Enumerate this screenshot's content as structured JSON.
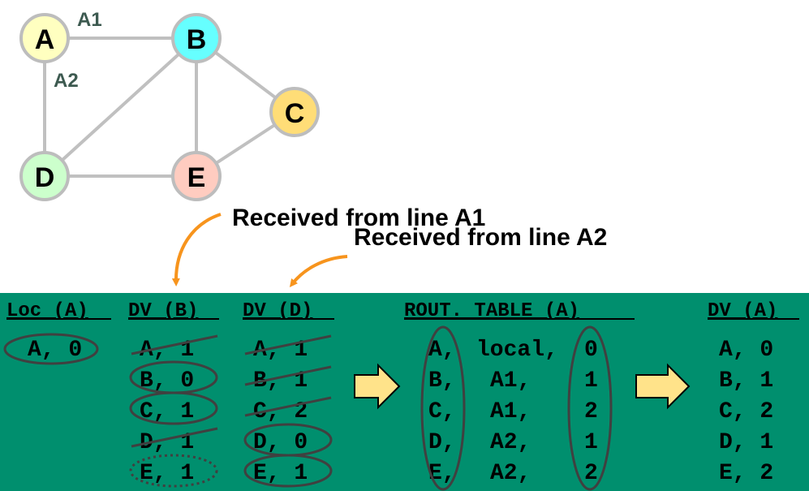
{
  "graph": {
    "nodes": [
      {
        "label": "A",
        "color": "#ffffc0"
      },
      {
        "label": "B",
        "color": "#66ffff"
      },
      {
        "label": "C",
        "color": "#ffdd77"
      },
      {
        "label": "D",
        "color": "#ccffcc"
      },
      {
        "label": "E",
        "color": "#ffccc0"
      }
    ],
    "edge_labels": {
      "ab": "A1",
      "ad": "A2"
    }
  },
  "callouts": {
    "line_a1": "Received from line A1",
    "line_a2": "Received from line A2"
  },
  "panel": {
    "background": "#008f6e",
    "headers": {
      "loc": "Loc (A)",
      "dv_b": "DV (B)",
      "dv_d": "DV (D)",
      "rout": "ROUT. TABLE (A)",
      "dv_a": "DV (A)"
    },
    "loc_entries": [
      "A, 0"
    ],
    "dv_b": [
      "A, 1",
      "B, 0",
      "C, 1",
      "D, 1",
      "E, 1"
    ],
    "dv_d": [
      "A, 1",
      "B, 1",
      "C, 2",
      "D, 0",
      "E, 1"
    ],
    "rout_table": [
      {
        "dest": "A,",
        "via": "local,",
        "cost": "0"
      },
      {
        "dest": "B,",
        "via": "A1,",
        "cost": "1"
      },
      {
        "dest": "C,",
        "via": "A1,",
        "cost": "2"
      },
      {
        "dest": "D,",
        "via": "A2,",
        "cost": "1"
      },
      {
        "dest": "E,",
        "via": "A2,",
        "cost": "2"
      }
    ],
    "dv_a": [
      "A, 0",
      "B, 1",
      "C, 2",
      "D, 1",
      "E, 2"
    ]
  }
}
